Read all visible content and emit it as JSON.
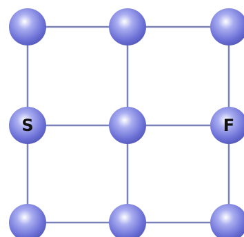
{
  "diagram": {
    "rows": 3,
    "cols": 3,
    "colors": {
      "edge": "#7a80b8",
      "node_highlight": "#ffffff",
      "node_mid": "#a9adf0",
      "node_base": "#6c70d6",
      "node_dark": "#5257b8",
      "label": "#111111"
    },
    "nodes": [
      {
        "row": 0,
        "col": 0,
        "label": ""
      },
      {
        "row": 0,
        "col": 1,
        "label": ""
      },
      {
        "row": 0,
        "col": 2,
        "label": ""
      },
      {
        "row": 1,
        "col": 0,
        "label": "S"
      },
      {
        "row": 1,
        "col": 1,
        "label": ""
      },
      {
        "row": 1,
        "col": 2,
        "label": "F"
      },
      {
        "row": 2,
        "col": 0,
        "label": ""
      },
      {
        "row": 2,
        "col": 1,
        "label": ""
      },
      {
        "row": 2,
        "col": 2,
        "label": ""
      }
    ],
    "edges": [
      [
        0,
        1
      ],
      [
        1,
        2
      ],
      [
        3,
        4
      ],
      [
        4,
        5
      ],
      [
        6,
        7
      ],
      [
        7,
        8
      ],
      [
        0,
        3
      ],
      [
        3,
        6
      ],
      [
        1,
        4
      ],
      [
        4,
        7
      ],
      [
        2,
        5
      ],
      [
        5,
        8
      ]
    ]
  }
}
